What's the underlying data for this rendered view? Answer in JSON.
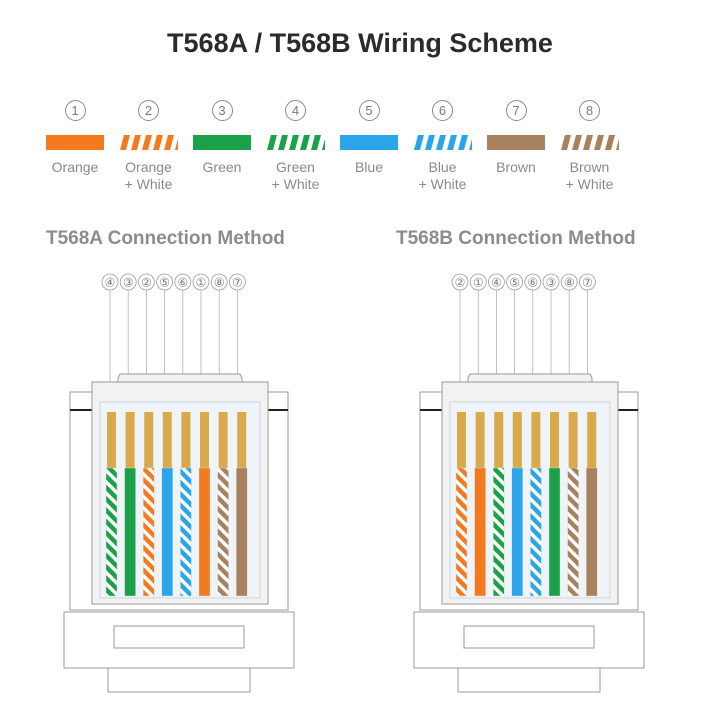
{
  "title": "T568A / T568B Wiring Scheme",
  "legend": [
    {
      "num": "①",
      "label1": "Orange",
      "label2": "",
      "color": "#f47a20",
      "striped": false
    },
    {
      "num": "②",
      "label1": "Orange",
      "label2": "+ White",
      "color": "#f47a20",
      "striped": true
    },
    {
      "num": "③",
      "label1": "Green",
      "label2": "",
      "color": "#1aa14a",
      "striped": false
    },
    {
      "num": "④",
      "label1": "Green",
      "label2": "+ White",
      "color": "#1aa14a",
      "striped": true
    },
    {
      "num": "⑤",
      "label1": "Blue",
      "label2": "",
      "color": "#2aa6e8",
      "striped": false
    },
    {
      "num": "⑥",
      "label1": "Blue",
      "label2": "+ White",
      "color": "#2aa6e8",
      "striped": true
    },
    {
      "num": "⑦",
      "label1": "Brown",
      "label2": "",
      "color": "#a8815e",
      "striped": false
    },
    {
      "num": "⑧",
      "label1": "Brown",
      "label2": "+ White",
      "color": "#a8815e",
      "striped": true
    }
  ],
  "sections": {
    "a": {
      "title": "T568A Connection Method",
      "order": [
        "④",
        "③",
        "②",
        "⑤",
        "⑥",
        "①",
        "⑧",
        "⑦"
      ],
      "wires": [
        4,
        3,
        2,
        5,
        6,
        1,
        8,
        7
      ]
    },
    "b": {
      "title": "T568B Connection Method",
      "order": [
        "②",
        "①",
        "④",
        "⑤",
        "⑥",
        "③",
        "⑧",
        "⑦"
      ],
      "wires": [
        2,
        1,
        4,
        5,
        6,
        3,
        8,
        7
      ]
    }
  },
  "colors": {
    "gold": "#d9a94b",
    "outline": "#9a9a9a",
    "plug_fill": "#f2f2f2"
  }
}
